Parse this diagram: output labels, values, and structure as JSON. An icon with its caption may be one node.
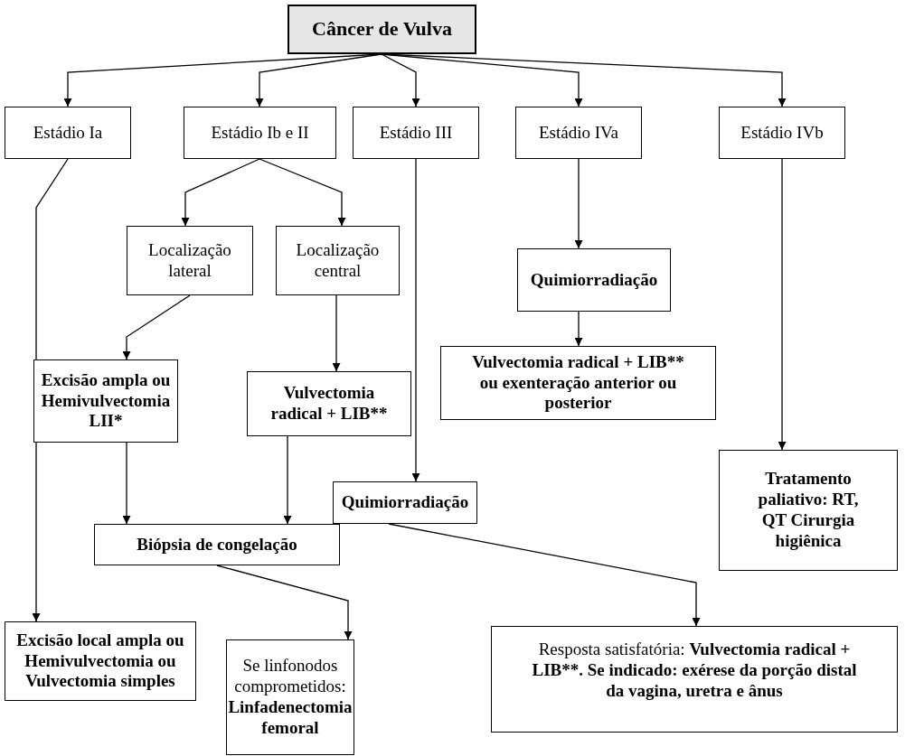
{
  "diagram": {
    "nodes": [
      {
        "text": [
          "Câncer de Vulva"
        ]
      },
      {
        "text": [
          "Estádio Ia"
        ]
      },
      {
        "text": [
          "Estádio Ib e II"
        ]
      },
      {
        "text": [
          "Estádio III"
        ]
      },
      {
        "text": [
          "Estádio IVa"
        ]
      },
      {
        "text": [
          "Estádio IVb"
        ]
      },
      {
        "text": [
          "Localização lateral"
        ]
      },
      {
        "text": [
          "Localização central"
        ]
      },
      {
        "text": [
          "Quimiorradiação"
        ]
      },
      {
        "text": [
          "Excisão ampla ou Hemivulvectomia LII*"
        ]
      },
      {
        "text": [
          "Vulvectomia radical + LIB**"
        ]
      },
      {
        "text": [
          "Vulvectomia radical + LIB** ou exenteração anterior ou posterior"
        ]
      },
      {
        "text": [
          "Quimiorradiação"
        ]
      },
      {
        "text": [
          "Biópsia de congelação"
        ]
      },
      {
        "text": [
          "Tratamento paliativo: RT, QT Cirurgia higiênica"
        ]
      },
      {
        "text": [
          "Excisão local ampla ou Hemivulvectomia ou Vulvectomia simples"
        ]
      },
      {
        "text": [
          "Se linfonodos comprometidos:",
          "Linfadenectomia femoral"
        ]
      },
      {
        "text": [
          "Resposta satisfatória:",
          "Vulvectomia radical + LIB**. Se indicado: exérese da porção distal da vagina, uretra e ânus"
        ]
      }
    ],
    "edges": [
      {
        "from": 0,
        "to": 1,
        "arrow": "to"
      },
      {
        "from": 0,
        "to": 2,
        "arrow": "to"
      },
      {
        "from": 0,
        "to": 3,
        "arrow": "to"
      },
      {
        "from": 0,
        "to": 4,
        "arrow": "to"
      },
      {
        "from": 0,
        "to": 5,
        "arrow": "to"
      },
      {
        "from": 2,
        "to": 6,
        "arrow": "to"
      },
      {
        "from": 2,
        "to": 7,
        "arrow": "to"
      },
      {
        "from": 4,
        "to": 8,
        "arrow": "to"
      },
      {
        "from": 6,
        "to": 9,
        "arrow": "to"
      },
      {
        "from": 7,
        "to": 10,
        "arrow": "to"
      },
      {
        "from": 8,
        "to": 11,
        "arrow": "to"
      },
      {
        "from": 3,
        "to": 12,
        "arrow": "to"
      },
      {
        "from": 9,
        "to": 13,
        "arrow": "to"
      },
      {
        "from": 10,
        "to": 13,
        "arrow": "to"
      },
      {
        "from": 5,
        "to": 14,
        "arrow": "to"
      },
      {
        "from": 1,
        "to": 15,
        "arrow": "to"
      },
      {
        "from": 13,
        "to": 16,
        "arrow": "to"
      },
      {
        "from": 12,
        "to": 17,
        "arrow": "to"
      }
    ]
  }
}
